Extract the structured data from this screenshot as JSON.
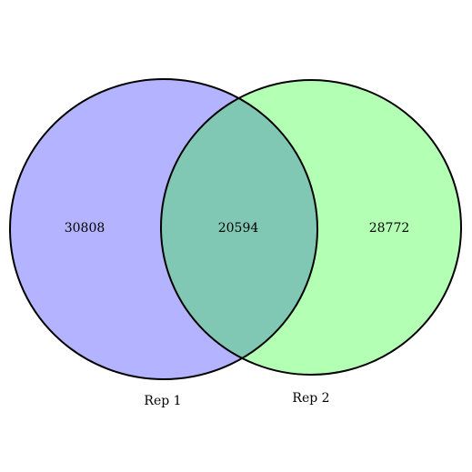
{
  "venn": {
    "sets": [
      {
        "name": "Rep 1",
        "color": "#b3b3ff",
        "outline": "#000000"
      },
      {
        "name": "Rep 2",
        "color": "#b3ffb3",
        "outline": "#000000"
      }
    ],
    "regions": {
      "only_rep1": "30808",
      "intersection": "20594",
      "only_rep2": "28772"
    },
    "intersection_color": "#80c8b3"
  }
}
